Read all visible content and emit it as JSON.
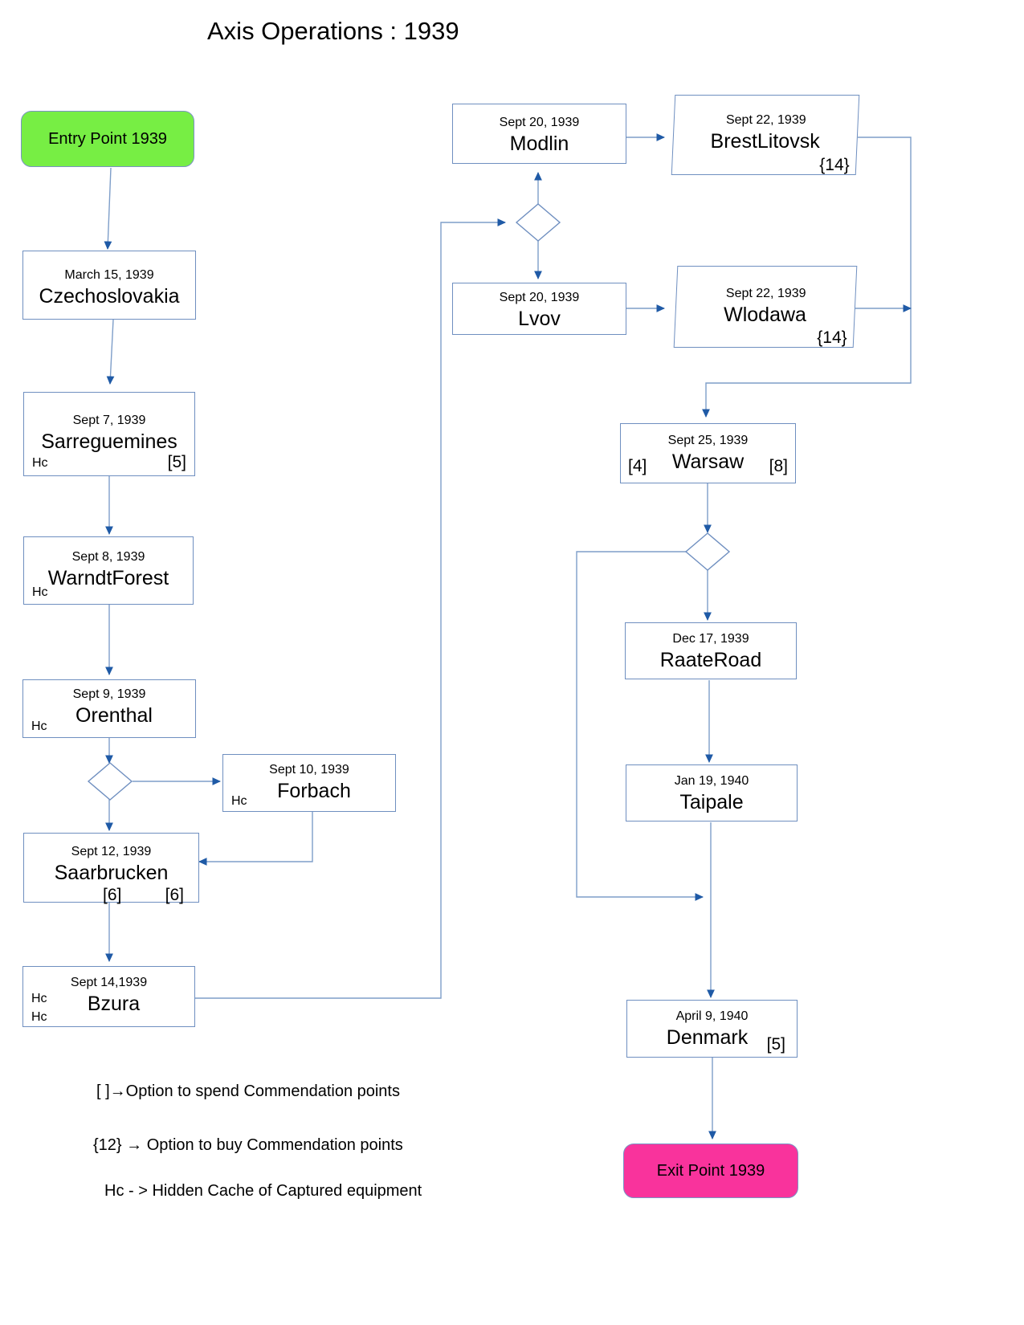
{
  "title": "Axis Operations : 1939",
  "colors": {
    "entry_fill": "#77ee44",
    "exit_fill": "#f9339c",
    "node_border": "#6f8fc0",
    "connector": "#7e9ec9",
    "arrowhead": "#1f5aa6"
  },
  "terminators": {
    "entry": "Entry Point 1939",
    "exit": "Exit Point 1939"
  },
  "nodes": [
    {
      "id": "czechoslovakia",
      "date": "March 15, 1939",
      "name": "Czechoslovakia"
    },
    {
      "id": "sarreguemines",
      "date": "Sept 7, 1939",
      "name": "Sarreguemines",
      "hc_left": "Hc",
      "spend_right": "[5]"
    },
    {
      "id": "warndtforest",
      "date": "Sept 8, 1939",
      "name": "WarndtForest",
      "hc_left": "Hc"
    },
    {
      "id": "orenthal",
      "date": "Sept 9, 1939",
      "name": "Orenthal",
      "hc_left": "Hc"
    },
    {
      "id": "forbach",
      "date": "Sept 10, 1939",
      "name": "Forbach",
      "hc_left": "Hc"
    },
    {
      "id": "saarbrucken",
      "date": "Sept 12, 1939",
      "name": "Saarbrucken",
      "spend_left": "[6]",
      "spend_right": "[6]"
    },
    {
      "id": "bzura",
      "date": "Sept 14,1939",
      "name": "Bzura",
      "hc_left": "Hc",
      "hc_left2": "Hc"
    },
    {
      "id": "modlin",
      "date": "Sept 20, 1939",
      "name": "Modlin"
    },
    {
      "id": "brestlitovsk",
      "date": "Sept 22, 1939",
      "name": "BrestLitovsk",
      "buy_right": "{14}"
    },
    {
      "id": "lvov",
      "date": "Sept 20, 1939",
      "name": "Lvov"
    },
    {
      "id": "wlodawa",
      "date": "Sept 22, 1939",
      "name": "Wlodawa",
      "buy_right": "{14}"
    },
    {
      "id": "warsaw",
      "date": "Sept 25, 1939",
      "name": "Warsaw",
      "spend_left": "[4]",
      "spend_right": "[8]"
    },
    {
      "id": "raateroad",
      "date": "Dec 17, 1939",
      "name": "RaateRoad"
    },
    {
      "id": "taipale",
      "date": "Jan 19, 1940",
      "name": "Taipale"
    },
    {
      "id": "denmark",
      "date": "April 9, 1940",
      "name": "Denmark",
      "spend_right": "[5]"
    }
  ],
  "legend": [
    "[ ]→Option to spend Commendation points",
    "{12} → Option to buy Commendation points",
    "Hc - > Hidden Cache of Captured equipment"
  ]
}
